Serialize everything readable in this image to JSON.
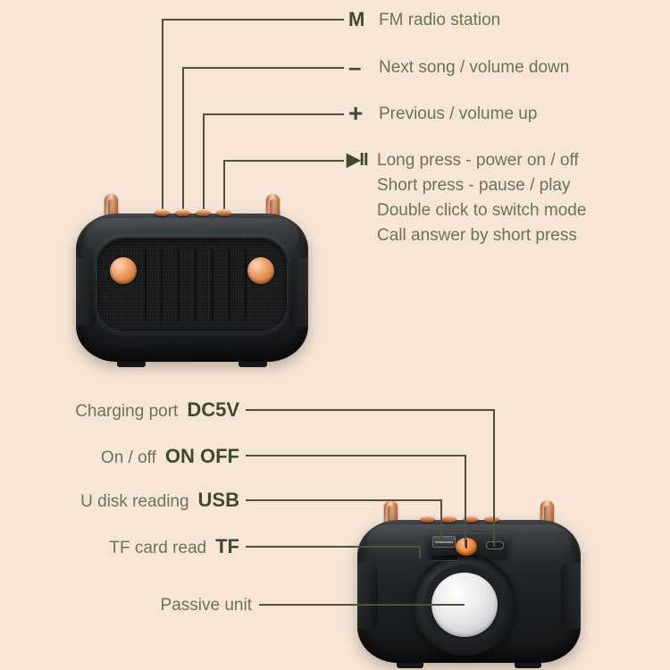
{
  "theme": {
    "background": "#F7E6D5",
    "line_color": "#4C5338",
    "symbol_color": "#3F4A28",
    "text_color": "#6B7355",
    "copper": "#D0803F",
    "body_black": "#1E2123"
  },
  "top_callouts": [
    {
      "symbol": "M",
      "lines": [
        "FM radio station"
      ]
    },
    {
      "symbol": "–",
      "lines": [
        "Next song / volume down"
      ]
    },
    {
      "symbol": "+",
      "lines": [
        "Previous / volume up"
      ]
    },
    {
      "symbol": "▶II",
      "lines": [
        "Long press - power on / off",
        "Short press - pause / play",
        "Double click to switch mode",
        "Call answer by short press"
      ]
    }
  ],
  "bottom_callouts": [
    {
      "name": "Charging port",
      "code": "DC5V"
    },
    {
      "name": "On / off",
      "code": "ON OFF"
    },
    {
      "name": "U disk reading",
      "code": "USB"
    },
    {
      "name": "TF card read",
      "code": "TF"
    },
    {
      "name": "Passive unit",
      "code": ""
    }
  ],
  "devices": {
    "front": {
      "view": "front",
      "button_count": 4,
      "handle_count": 2,
      "grille_slot_count": 7,
      "accent_dot_count": 2
    },
    "back": {
      "view": "back",
      "button_count": 4,
      "handle_count": 2,
      "ports": [
        "usb-a",
        "tf-card-slot",
        "power-switch",
        "usb-c-charging"
      ],
      "passive_radiator": true
    }
  }
}
